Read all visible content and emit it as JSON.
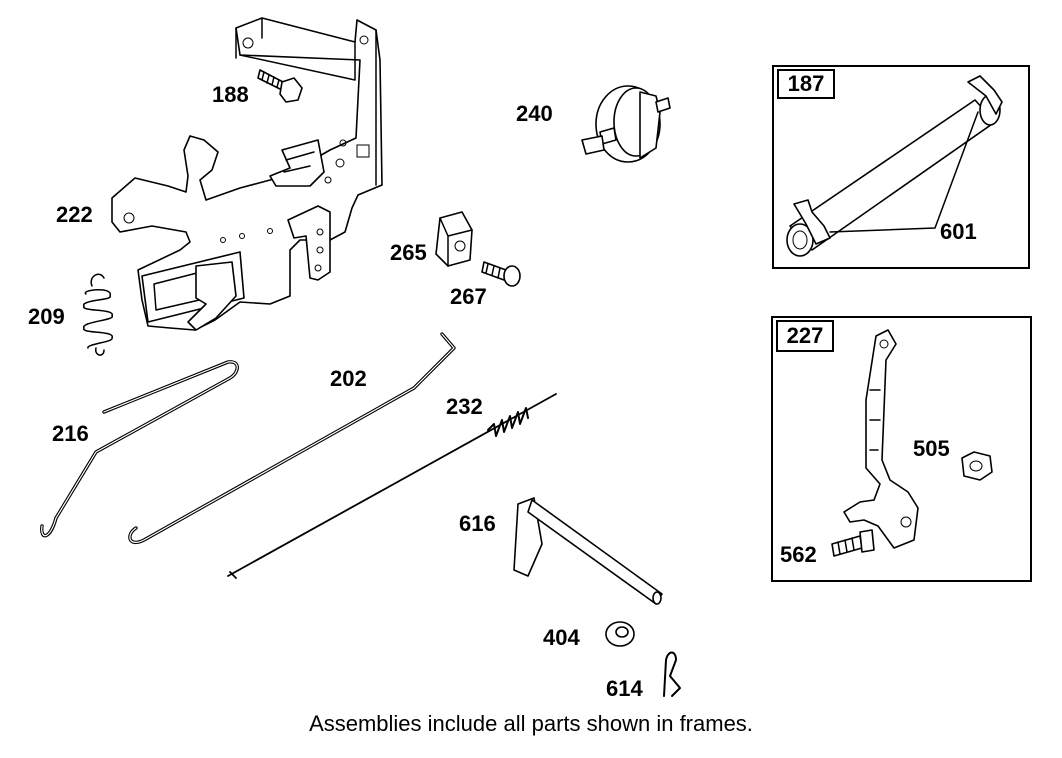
{
  "labels": {
    "p188": "188",
    "p240": "240",
    "p222": "222",
    "p265": "265",
    "p267": "267",
    "p209": "209",
    "p202": "202",
    "p232": "232",
    "p216": "216",
    "p616": "616",
    "p404": "404",
    "p614": "614",
    "p601": "601",
    "p505": "505",
    "p562": "562"
  },
  "frames": {
    "frame_187": {
      "tag": "187"
    },
    "frame_227": {
      "tag": "227"
    }
  },
  "footer": "Assemblies include all parts shown in frames."
}
